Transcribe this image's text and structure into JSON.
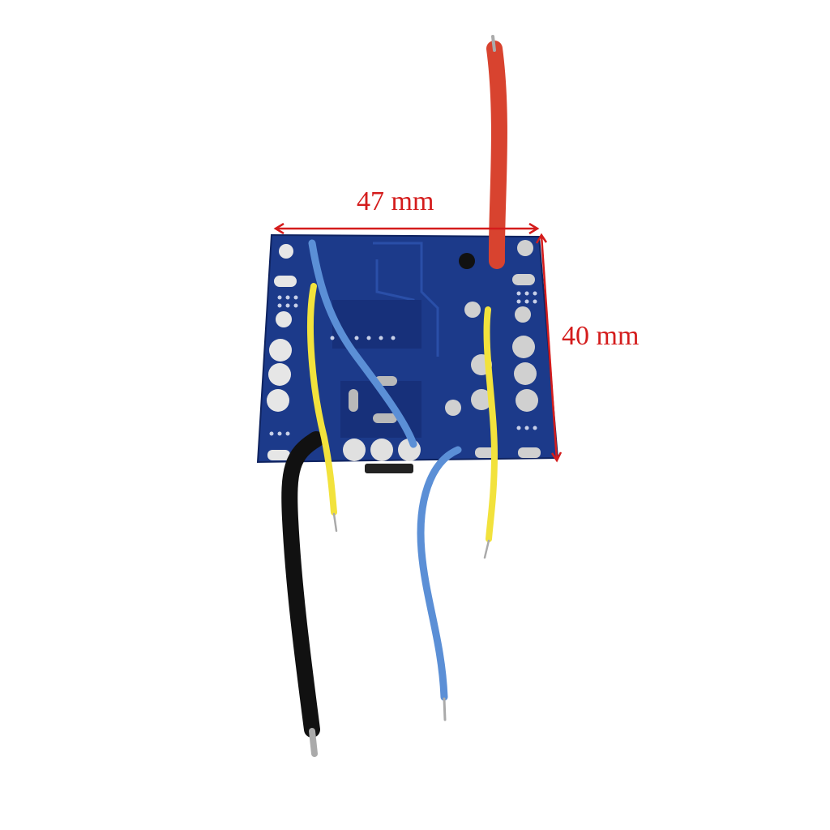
{
  "image": {
    "subject": "PCB battery protection board with attached wires",
    "background_color": "#ffffff"
  },
  "annotations": {
    "width_label": "47 mm",
    "height_label": "40 mm",
    "annotation_color": "#d41c1c"
  },
  "board": {
    "color": "#1c3a8a",
    "pad_color": "#d9d9d9"
  },
  "wires": [
    {
      "name": "red",
      "color": "#d8432f"
    },
    {
      "name": "black",
      "color": "#111111"
    },
    {
      "name": "blue-1",
      "color": "#5b8fd6"
    },
    {
      "name": "blue-2",
      "color": "#5b8fd6"
    },
    {
      "name": "yellow-1",
      "color": "#f2e23c"
    },
    {
      "name": "yellow-2",
      "color": "#f2e23c"
    }
  ]
}
